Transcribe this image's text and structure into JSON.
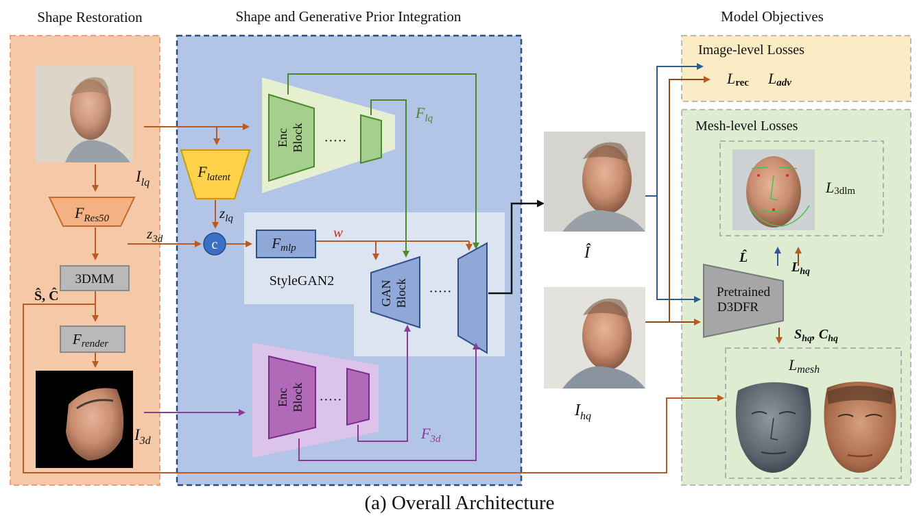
{
  "headers": {
    "shape_restoration": "Shape Restoration",
    "integration": "Shape and Generative Prior Integration",
    "objectives": "Model Objectives"
  },
  "labels": {
    "i_lq": "I",
    "i_lq_sub": "lq",
    "i_3d": "I",
    "i_3d_sub": "3d",
    "i_hat": "Î",
    "i_hq": "I",
    "i_hq_sub": "hq",
    "f_res50": "F",
    "f_res50_sub": "Res50",
    "dmm": "3DMM",
    "s_c_hat": "Ŝ, Ĉ",
    "f_render": "F",
    "f_render_sub": "render",
    "z3d": "z",
    "z3d_sub": "3d",
    "f_latent": "F",
    "f_latent_sub": "latent",
    "zlq": "z",
    "zlq_sub": "lq",
    "concat": "c",
    "f_mlp": "F",
    "f_mlp_sub": "mlp",
    "w": "w",
    "stylegan": "StyleGAN2",
    "enc_block_1": "Enc",
    "enc_block_2": "Block",
    "gan_block_1": "GAN",
    "gan_block_2": "Block",
    "dots": "·····",
    "f_lq": "F",
    "f_lq_sub": "lq",
    "f_3d": "F",
    "f_3d_sub": "3d",
    "image_losses": "Image-level Losses",
    "l_rec": "L",
    "l_rec_sub": "rec",
    "l_adv": "L",
    "l_adv_sub": "adv",
    "mesh_losses": "Mesh-level Losses",
    "l_3dlm": "L",
    "l_3dlm_sub": "3dlm",
    "l_hat": "L̂",
    "l_hq": "L",
    "l_hq_sub": "hq",
    "pretrained_1": "Pretrained",
    "pretrained_2": "D3DFR",
    "s_hq": "S",
    "s_hq_sub": "hq",
    "c_hq": "C",
    "c_hq_sub": "hq",
    "l_mesh": "L",
    "l_mesh_sub": "mesh"
  },
  "caption": "(a) Overall Architecture",
  "colors": {
    "orange_arrow": "#b85a22",
    "green_arrow": "#4a8a2a",
    "purple_arrow": "#8a3a9a",
    "blue_arrow": "#2f5a8a",
    "red_w": "#c0302a",
    "shape_panel": "#f5c9a8",
    "integration_panel": "#b2c5e6",
    "image_loss_panel": "#fbecc6",
    "mesh_loss_panel": "#deecd2"
  }
}
